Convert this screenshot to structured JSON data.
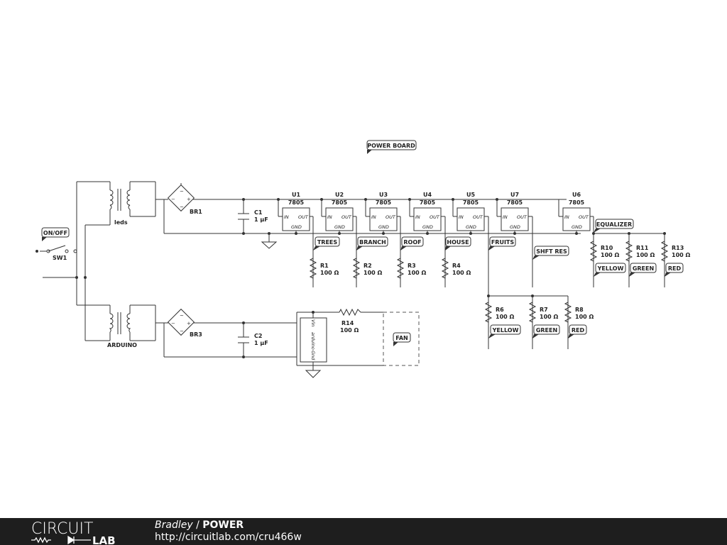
{
  "labels": {
    "power_board": "POWER BOARD",
    "on_off": "ON/OFF",
    "trees": "TREES",
    "branch": "BRANCH",
    "roof": "ROOF",
    "house": "HOUSE",
    "fruits": "FRUITS",
    "shft_res": "SHFT RES",
    "equalizer": "EQUALIZER",
    "yellow": "YELLOW",
    "green": "GREEN",
    "red": "RED",
    "fan": "FAN"
  },
  "components": {
    "sw1": "SW1",
    "tx_top": "leds",
    "tx_bottom": "ARDUINO",
    "br1": "BR1",
    "br3": "BR3",
    "c1": {
      "ref": "C1",
      "value": "1 µF"
    },
    "c2": {
      "ref": "C2",
      "value": "1 µF"
    },
    "regulators": [
      {
        "ref": "U1",
        "part": "7805"
      },
      {
        "ref": "U2",
        "part": "7805"
      },
      {
        "ref": "U3",
        "part": "7805"
      },
      {
        "ref": "U4",
        "part": "7805"
      },
      {
        "ref": "U5",
        "part": "7805"
      },
      {
        "ref": "U7",
        "part": "7805"
      },
      {
        "ref": "U6",
        "part": "7805"
      }
    ],
    "pin_in": "IN",
    "pin_out": "OUT",
    "pin_gnd": "GND",
    "resistors": {
      "r1": {
        "ref": "R1",
        "value": "100 Ω"
      },
      "r2": {
        "ref": "R2",
        "value": "100 Ω"
      },
      "r3": {
        "ref": "R3",
        "value": "100 Ω"
      },
      "r4": {
        "ref": "R4",
        "value": "100 Ω"
      },
      "r6": {
        "ref": "R6",
        "value": "100 Ω"
      },
      "r7": {
        "ref": "R7",
        "value": "100 Ω"
      },
      "r8": {
        "ref": "R8",
        "value": "100 Ω"
      },
      "r10": {
        "ref": "R10",
        "value": "100 Ω"
      },
      "r11": {
        "ref": "R11",
        "value": "100 Ω"
      },
      "r13": {
        "ref": "R13",
        "value": "100 Ω"
      },
      "r14": {
        "ref": "R14",
        "value": "100 Ω"
      }
    },
    "arduino": {
      "name": "arduino",
      "pin_vin": "Vin",
      "pin_gnd": "Gnd"
    }
  },
  "footer": {
    "logo_top": "CIRCUIT",
    "logo_bottom": "LAB",
    "author": "Bradley",
    "separator": " / ",
    "project": "POWER",
    "url": "http://circuitlab.com/cru466w"
  },
  "colors": {
    "wire": "#333333",
    "footer_bg": "#1e1e1e",
    "footer_text": "#ffffff"
  }
}
